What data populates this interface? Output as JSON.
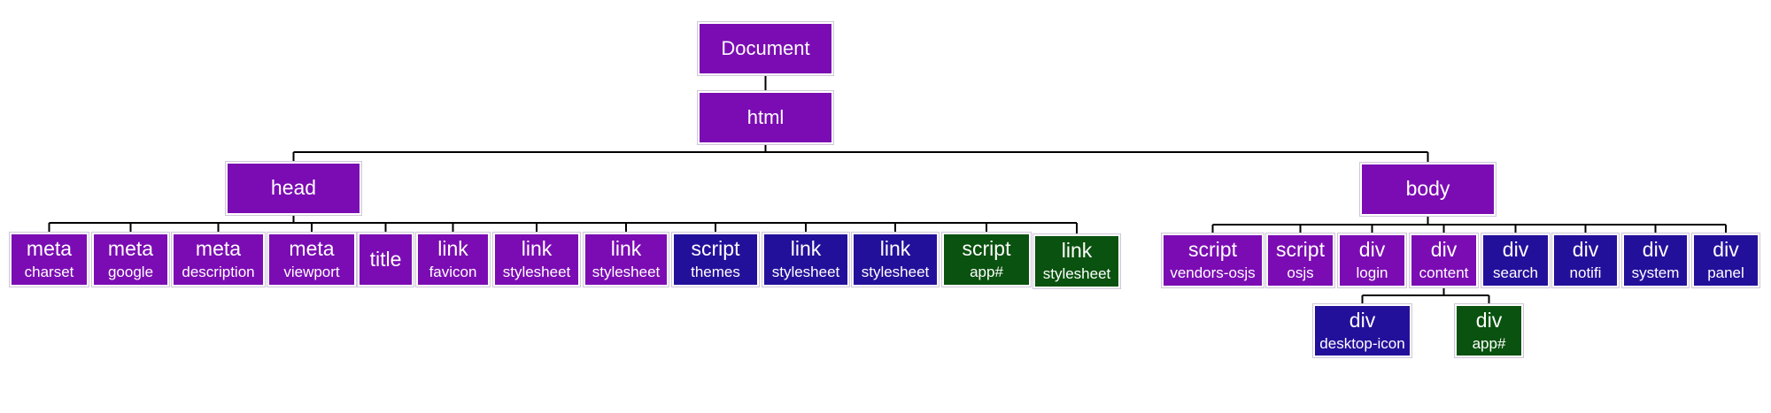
{
  "colors": {
    "purple": "#7b0cb3",
    "navy": "#23109a",
    "green": "#0a520f",
    "connector": "#000000"
  },
  "tree": {
    "document": {
      "title": "Document"
    },
    "html": {
      "title": "html"
    },
    "head": {
      "title": "head",
      "children": [
        {
          "title": "meta",
          "sub": "charset",
          "color": "purple"
        },
        {
          "title": "meta",
          "sub": "google",
          "color": "purple"
        },
        {
          "title": "meta",
          "sub": "description",
          "color": "purple"
        },
        {
          "title": "meta",
          "sub": "viewport",
          "color": "purple"
        },
        {
          "title": "title",
          "sub": "",
          "color": "purple"
        },
        {
          "title": "link",
          "sub": "favicon",
          "color": "purple"
        },
        {
          "title": "link",
          "sub": "stylesheet",
          "color": "purple"
        },
        {
          "title": "link",
          "sub": "stylesheet",
          "color": "purple"
        },
        {
          "title": "script",
          "sub": "themes",
          "color": "navy"
        },
        {
          "title": "link",
          "sub": "stylesheet",
          "color": "navy"
        },
        {
          "title": "link",
          "sub": "stylesheet",
          "color": "navy"
        },
        {
          "title": "script",
          "sub": "app#",
          "color": "green"
        },
        {
          "title": "link",
          "sub": "stylesheet",
          "color": "green"
        }
      ]
    },
    "body": {
      "title": "body",
      "children": [
        {
          "title": "script",
          "sub": "vendors-osjs",
          "color": "purple"
        },
        {
          "title": "script",
          "sub": "osjs",
          "color": "purple"
        },
        {
          "title": "div",
          "sub": "login",
          "color": "purple"
        },
        {
          "title": "div",
          "sub": "content",
          "color": "purple"
        },
        {
          "title": "div",
          "sub": "search",
          "color": "navy"
        },
        {
          "title": "div",
          "sub": "notifi",
          "color": "navy"
        },
        {
          "title": "div",
          "sub": "system",
          "color": "navy"
        },
        {
          "title": "div",
          "sub": "panel",
          "color": "navy"
        }
      ],
      "content_children": [
        {
          "title": "div",
          "sub": "desktop-icon",
          "color": "navy"
        },
        {
          "title": "div",
          "sub": "app#",
          "color": "green"
        }
      ]
    }
  }
}
